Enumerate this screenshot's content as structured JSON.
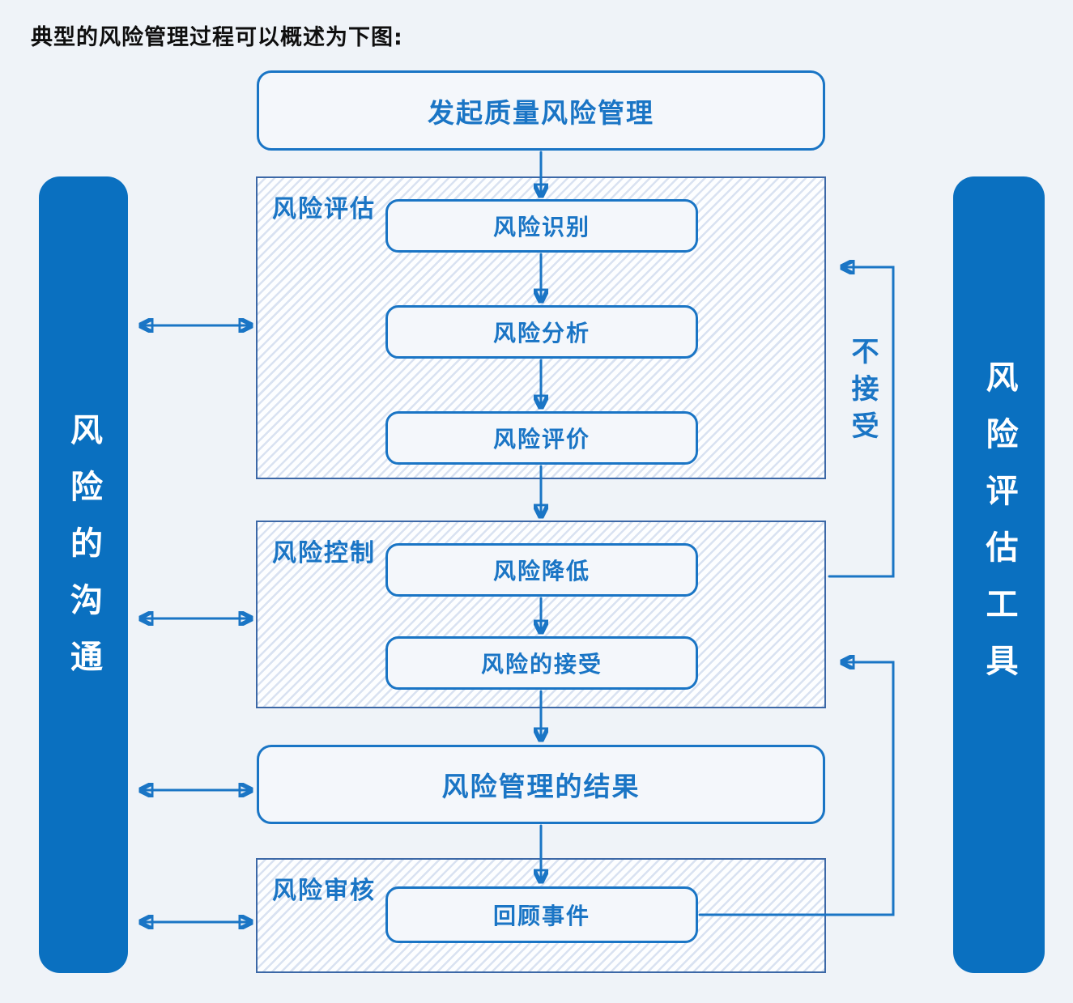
{
  "page": {
    "title": "典型的风险管理过程可以概述为下图:"
  },
  "colors": {
    "background": "#eff3f8",
    "bar_blue": "#0a70c0",
    "accent_blue": "#1a75c5",
    "section_border": "#3c68a7",
    "hatch_line": "#d9e2f1",
    "title_text": "#0f0f0f",
    "bar_text": "#ffffff"
  },
  "left_bar": {
    "label": "风险的沟通"
  },
  "right_bar": {
    "label": "风险评估工具"
  },
  "flow": {
    "start_box": "发起质量风险管理",
    "assess_section": {
      "label": "风险评估",
      "steps": [
        "风险识别",
        "风险分析",
        "风险评价"
      ]
    },
    "control_section": {
      "label": "风险控制",
      "steps": [
        "风险降低",
        "风险的接受"
      ]
    },
    "results_box": "风险管理的结果",
    "review_section": {
      "label": "风险审核",
      "steps": [
        "回顾事件"
      ]
    },
    "feedback_label": "不接受"
  }
}
